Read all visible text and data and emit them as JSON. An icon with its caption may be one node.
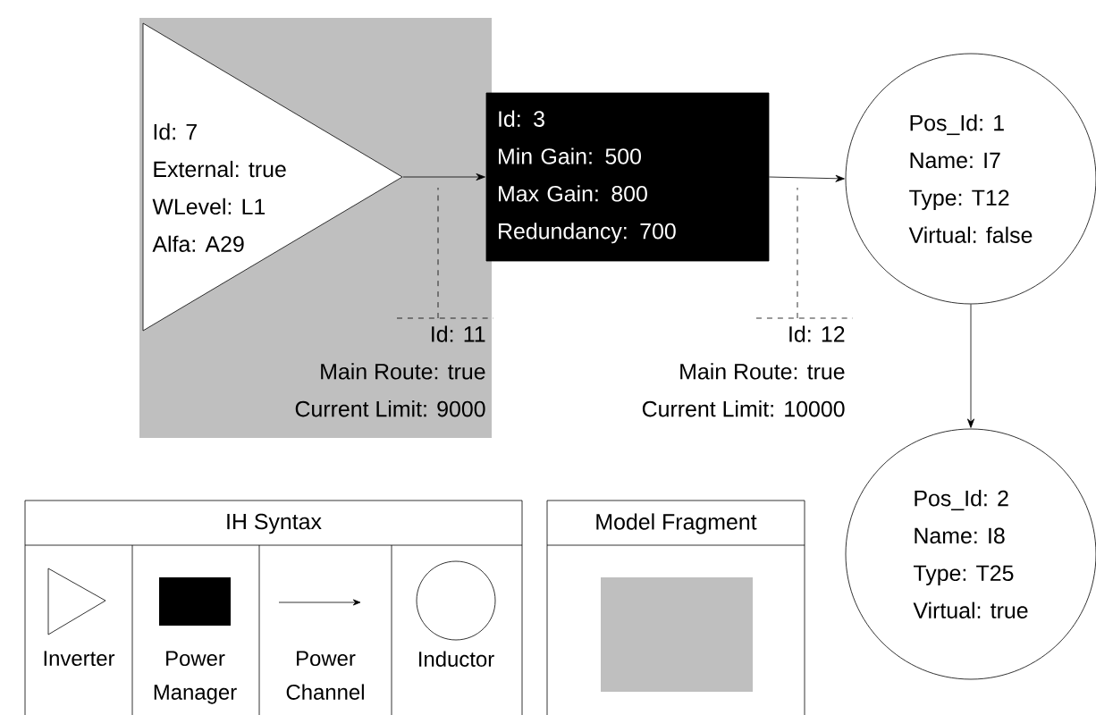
{
  "diagram": {
    "nodes": [
      {
        "text": [
          "Id: 7",
          "External: true",
          "WLevel: L1",
          "Alfa: A29"
        ]
      },
      {
        "text": [
          "Id: 3",
          "Min Gain: 500",
          "Max Gain: 800",
          "Redundancy: 700"
        ]
      },
      {
        "text": [
          "Pos_Id: 1",
          "Name: I7",
          "Type: T12",
          "Virtual: false"
        ]
      },
      {
        "text": [
          "Pos_Id: 2",
          "Name: I8",
          "Type: T25",
          "Virtual: true"
        ]
      },
      {
        "text": [
          "Id: 11",
          "Main Route: true",
          "Current Limit: 9000"
        ]
      },
      {
        "text": [
          "Id: 12",
          "Main Route: true",
          "Current Limit: 10000"
        ]
      }
    ],
    "edges": [
      {
        "from": 0,
        "to": 1,
        "arrow": "to"
      },
      {
        "from": 1,
        "to": 2,
        "arrow": "to"
      },
      {
        "from": 2,
        "to": 3,
        "arrow": "to"
      },
      {
        "from": 4,
        "to": null,
        "arrow": "none",
        "style": "dashed"
      },
      {
        "from": 5,
        "to": null,
        "arrow": "none",
        "style": "dashed"
      }
    ],
    "labels": [
      "IH Syntax"
    ],
    "legend": [
      {
        "text": "Inverter"
      },
      {
        "text": "Power Manager",
        "color": "#000000"
      },
      {
        "text": "Power Channel"
      },
      {
        "text": "Inductor"
      },
      {
        "text": "Model Fragment",
        "color": "#bfbfbf"
      }
    ]
  }
}
